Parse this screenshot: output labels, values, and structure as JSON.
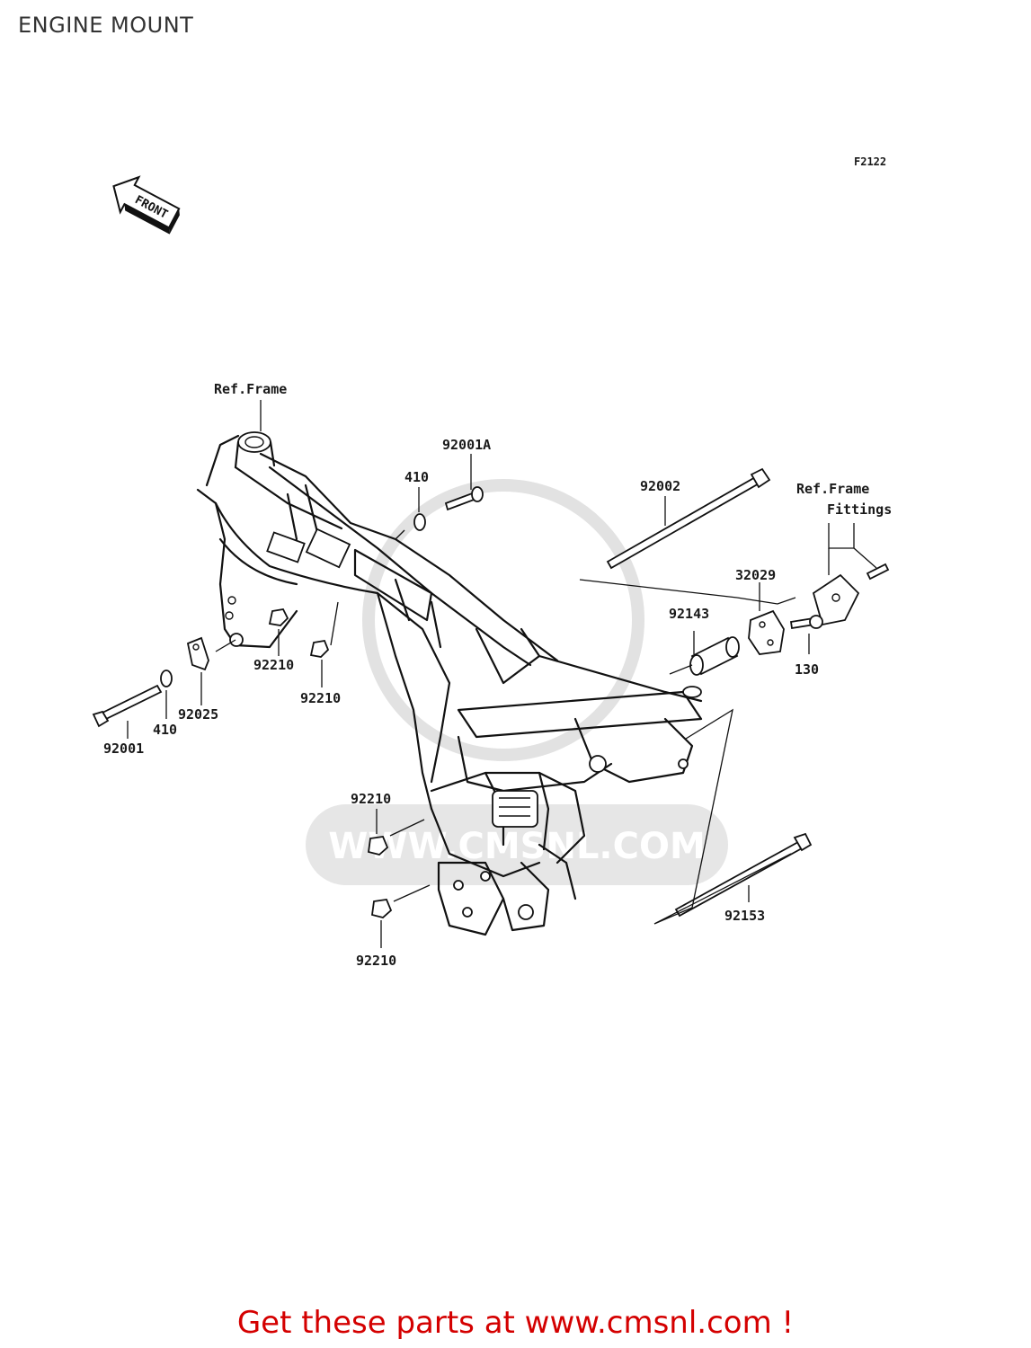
{
  "page": {
    "title": "ENGINE MOUNT"
  },
  "diagram": {
    "figure_code": "F2122",
    "front_badge": "FRONT",
    "watermark": "WWW.CMSNL.COM",
    "labels": {
      "ref_frame": "Ref.Frame",
      "p92001A": "92001A",
      "p410_top": "410",
      "p92002": "92002",
      "ref_frame_fittings_1": "Ref.Frame",
      "ref_frame_fittings_2": "Fittings",
      "p32029": "32029",
      "p92143": "92143",
      "p130": "130",
      "p92210_a": "92210",
      "p92210_b": "92210",
      "p92025": "92025",
      "p410_bottom": "410",
      "p92001": "92001",
      "p92210_c": "92210",
      "p92210_d": "92210",
      "p92153": "92153"
    }
  },
  "footer": {
    "cta": "Get these parts at www.cmsnl.com !"
  }
}
